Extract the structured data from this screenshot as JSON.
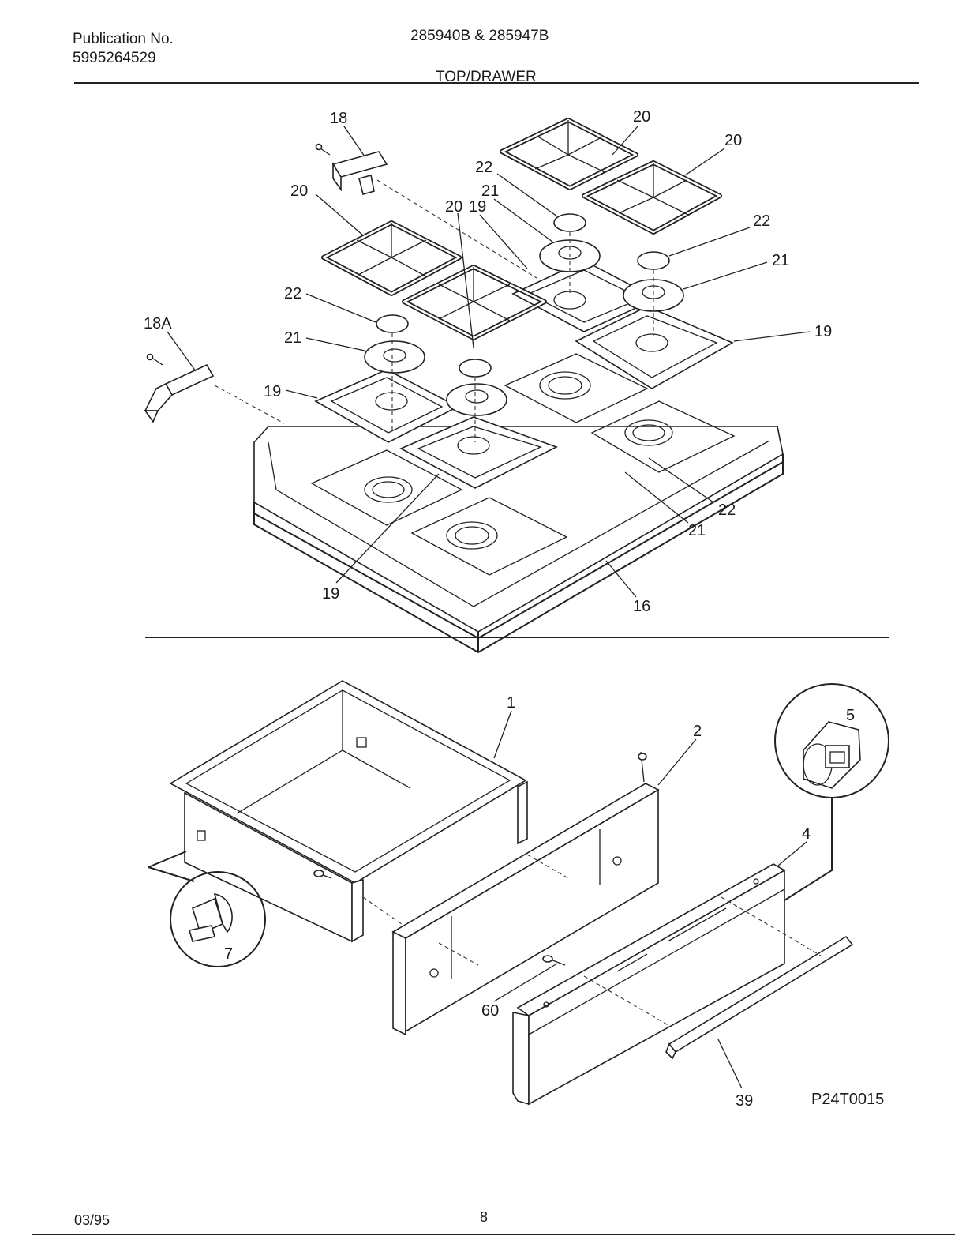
{
  "header": {
    "publication_label": "Publication No.",
    "publication_number": "5995264529",
    "models": "285940B & 285947B",
    "section_title": "TOP/DRAWER"
  },
  "diagram_code": "P24T0015",
  "top_callouts": [
    "18",
    "20",
    "20",
    "22",
    "21",
    "20",
    "20",
    "19",
    "22",
    "21",
    "19",
    "18A",
    "22",
    "21",
    "19",
    "22",
    "21",
    "19",
    "16"
  ],
  "drawer_callouts": [
    "1",
    "2",
    "5",
    "4",
    "7",
    "60",
    "39"
  ],
  "footer": {
    "date": "03/95",
    "page": "8"
  }
}
